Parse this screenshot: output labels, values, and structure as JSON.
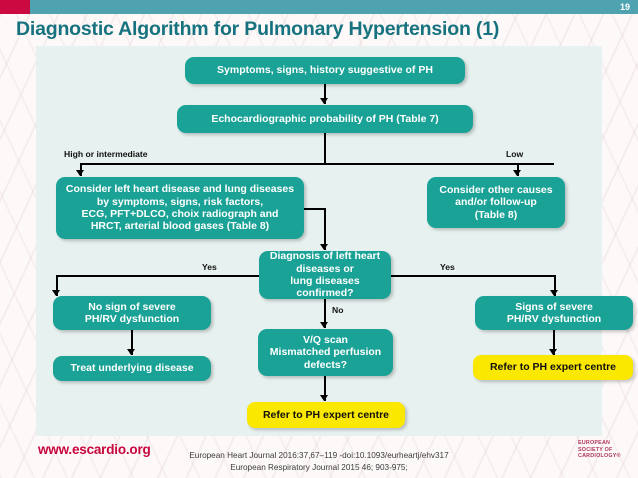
{
  "header": {
    "page_number": "19",
    "title": "Diagnostic Algorithm for Pulmonary Hypertension (1)",
    "accent_teal": "#4fa3b0",
    "accent_red": "#cc0a42",
    "title_color": "#17727f"
  },
  "flowchart": {
    "box_fill": "#1aa296",
    "box_text_color": "#ffffff",
    "highlight_fill": "#fbe800",
    "highlight_text_color": "#101010",
    "nodes": {
      "symptoms": "Symptoms, signs, history suggestive of PH",
      "echo": "Echocardiographic  probability of PH (Table 7)",
      "consider_left_heart_l1": "Consider left heart disease and lung diseases",
      "consider_left_heart_l2": "by symptoms, signs, risk factors,",
      "consider_left_heart_l3": "ECG, PFT+DLCO, choix radiograph and",
      "consider_left_heart_l4": "HRCT, arterial blood gases (Table 8)",
      "other_causes_l1": "Consider other causes",
      "other_causes_l2": "and/or follow-up",
      "other_causes_l3": "(Table 8)",
      "diagnosis_l1": "Diagnosis of left heart",
      "diagnosis_l2": "diseases or",
      "diagnosis_l3": "lung diseases confirmed?",
      "no_sign_l1": "No sign of severe",
      "no_sign_l2": "PH/RV dysfunction",
      "signs_severe_l1": "Signs of severe",
      "signs_severe_l2": "PH/RV dysfunction",
      "vq_l1": "V/Q scan",
      "vq_l2": "Mismatched perfusion",
      "vq_l3": "defects?",
      "treat": "Treat underlying disease",
      "refer_right": "Refer to PH expert centre",
      "refer_bottom": "Refer to PH expert centre"
    },
    "edge_labels": {
      "high_or_intermediate": "High or intermediate",
      "low": "Low",
      "yes_left": "Yes",
      "yes_right": "Yes",
      "no": "No"
    }
  },
  "footer": {
    "website": "www.escardio.org",
    "citation_1": "European Heart Journal 2016:37,67–119 -doi:10.1093/eurheartj/ehv317",
    "citation_2": "European Respiratory Journal 2015 46; 903-975;",
    "logo_line_1": "EUROPEAN",
    "logo_line_2": "SOCIETY OF",
    "logo_line_3": "CARDIOLOGY®"
  }
}
